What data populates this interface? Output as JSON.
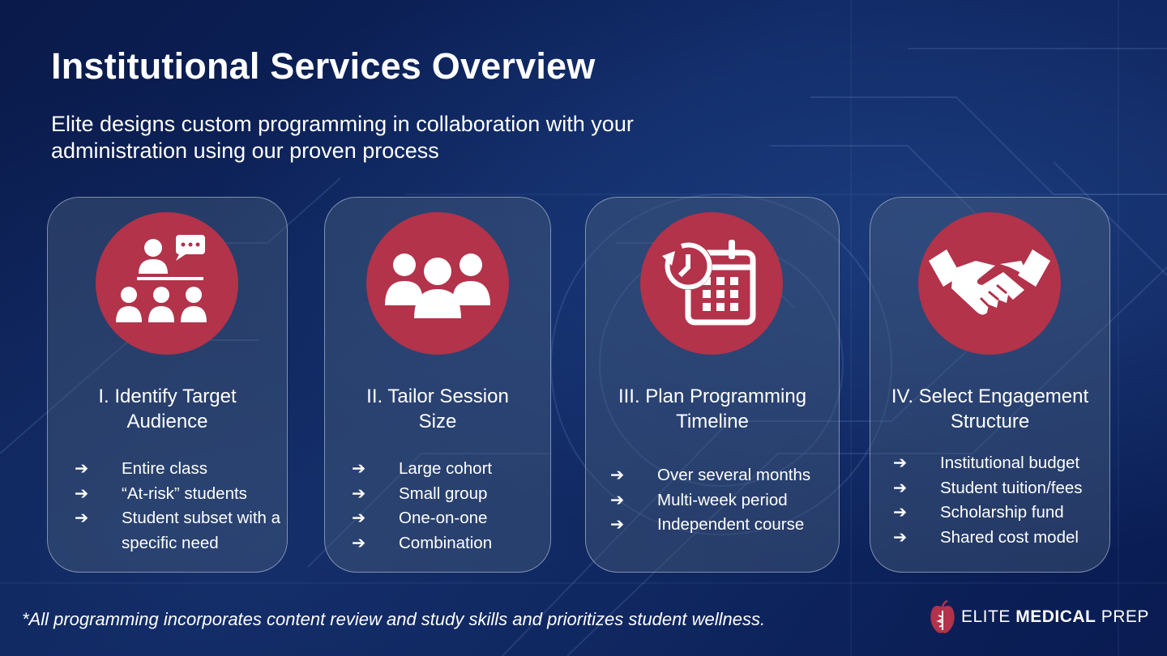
{
  "title": "Institutional Services Overview",
  "subtitle": "Elite designs custom programming in collaboration with your administration using our proven process",
  "colors": {
    "accent": "#b2334a",
    "background": "#0d2560",
    "text": "#ffffff"
  },
  "arrow_glyph": "➔",
  "cards": [
    {
      "icon": "presentation-audience-icon",
      "title": "I. Identify Target Audience",
      "items": [
        "Entire class",
        "“At-risk” students",
        "Student subset with a specific need"
      ]
    },
    {
      "icon": "group-people-icon",
      "title": "II. Tailor Session Size",
      "items": [
        "Large cohort",
        "Small group",
        "One-on-one",
        "Combination"
      ]
    },
    {
      "icon": "calendar-clock-icon",
      "title": "III. Plan Programming Timeline",
      "items": [
        "Over several months",
        "Multi-week period",
        "Independent course"
      ]
    },
    {
      "icon": "handshake-icon",
      "title": "IV. Select Engagement Structure",
      "items": [
        "Institutional budget",
        "Student tuition/fees",
        "Scholarship fund",
        "Shared cost model"
      ]
    }
  ],
  "footnote": "*All programming incorporates content review and study skills and prioritizes student wellness.",
  "logo": {
    "word1": "ELITE",
    "word2": "MEDICAL",
    "word3": "PREP"
  }
}
